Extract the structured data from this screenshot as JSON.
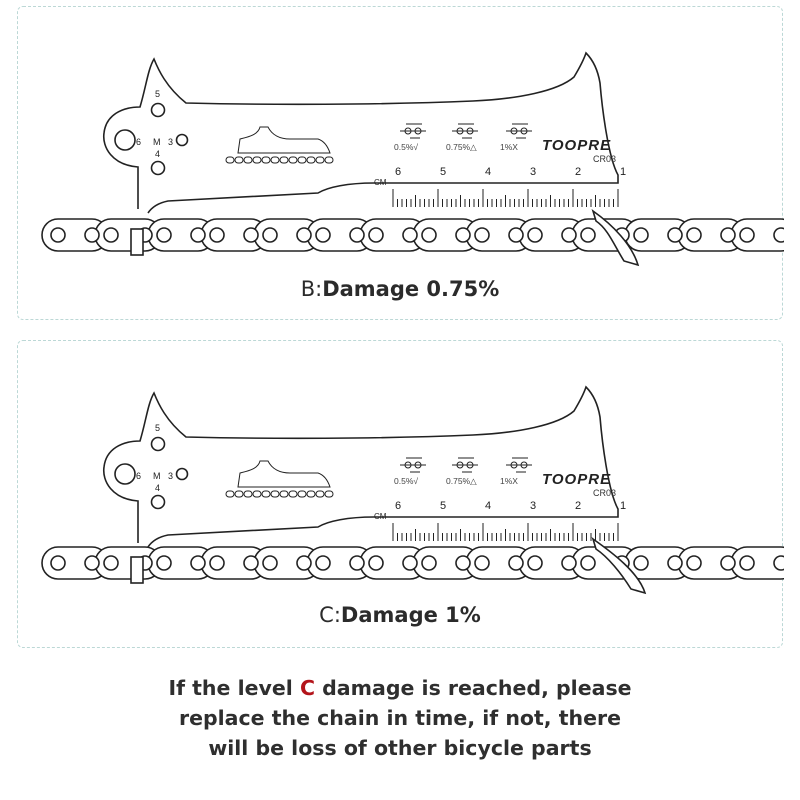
{
  "tool": {
    "brand": "TOOPRE",
    "model": "CR03",
    "scale_unit": "CM",
    "scale_numbers": [
      "6",
      "5",
      "4",
      "3",
      "2",
      "1"
    ],
    "wear_labels": [
      "0.5%√",
      "0.75%△",
      "1%X"
    ],
    "hole_labels": {
      "top": "5",
      "left": "6",
      "mid": "M",
      "right": "3",
      "bottom": "4"
    }
  },
  "panels": [
    {
      "id": "B",
      "letter": "B",
      "sep": ":",
      "text": "Damage 0.75%"
    },
    {
      "id": "C",
      "letter": "C",
      "sep": ":",
      "text": "Damage 1%"
    }
  ],
  "note": {
    "line1_pre": "If the level ",
    "line1_highlight": "C",
    "line1_post": " damage is reached, please",
    "line2": "replace the chain in time, if not, there",
    "line3": "will be loss of other bicycle parts"
  },
  "colors": {
    "highlight": "#b3141a",
    "border": "#bcd8d6",
    "ink": "#2b2b2b"
  }
}
